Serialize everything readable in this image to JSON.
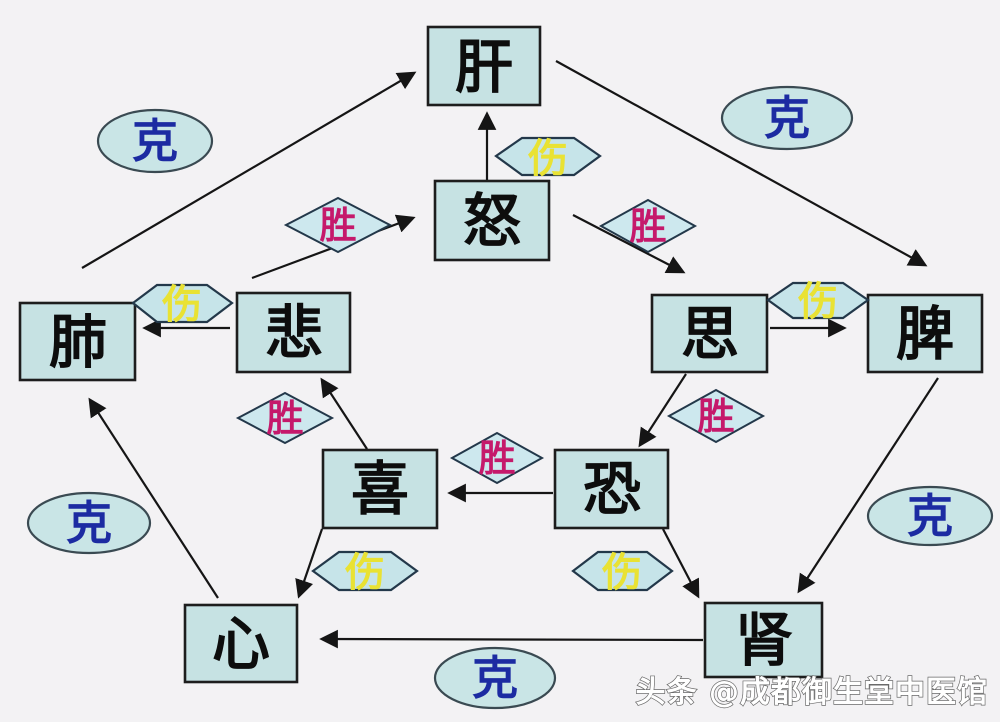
{
  "palette": {
    "background": "#f3f2f4",
    "node_fill": "#c6e2e3",
    "node_border": "#1d1d1d",
    "node_text": "#0d0d0d",
    "ellipse_fill": "#c9e5e6",
    "ellipse_border": "#3a4a52",
    "diamond_fill": "#cde8ee",
    "hexagon_fill": "#c6e4e9",
    "shape_border": "#23384a",
    "ke_text": "#1c2ba2",
    "sheng_text": "#c5196b",
    "shang_text": "#e9e233",
    "arrow": "#151515",
    "watermark_fill": "#ffffff",
    "watermark_outline": "#6a6a6a"
  },
  "organs": {
    "liver": "肝",
    "lung": "肺",
    "spleen": "脾",
    "heart": "心",
    "kidney": "肾"
  },
  "emotions": {
    "anger": "怒",
    "grief": "悲",
    "thought": "思",
    "joy": "喜",
    "fear": "恐"
  },
  "relations": {
    "restrain": "克",
    "overcome": "胜",
    "injure": "伤"
  },
  "watermark": "头条 @成都御生堂中医馆"
}
